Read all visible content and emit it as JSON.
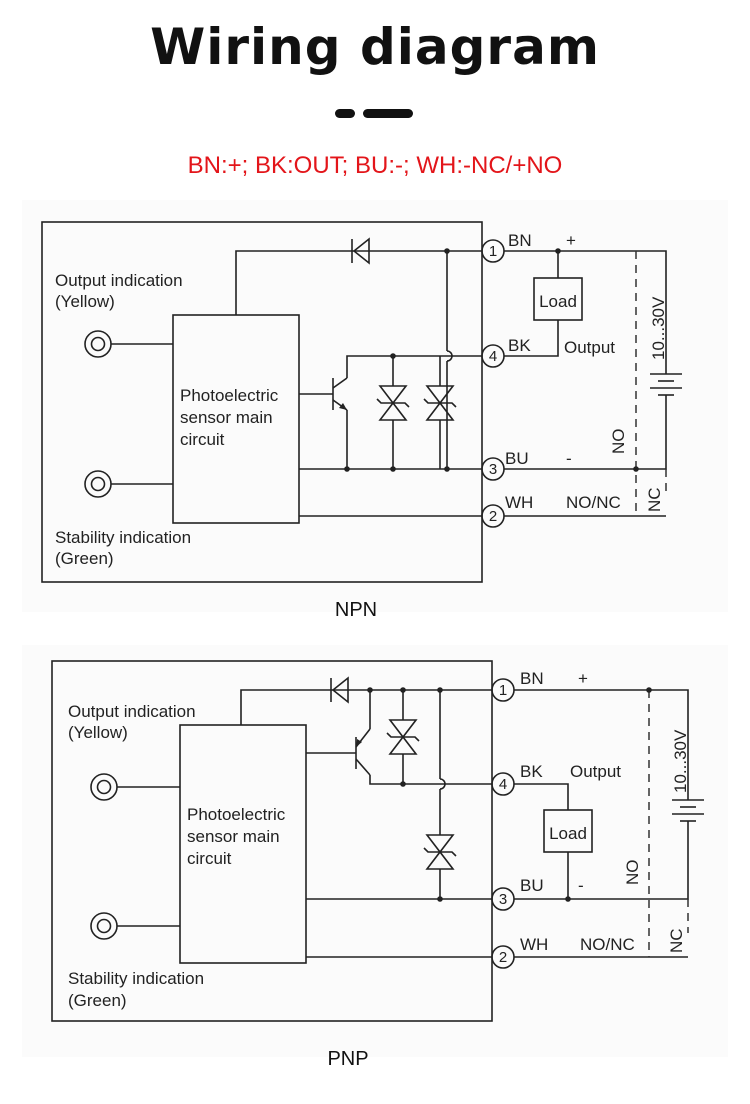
{
  "title": "Wiring diagram",
  "legend": "BN:+; BK:OUT; BU:-; WH:-NC/+NO",
  "diagrams": [
    {
      "caption": "NPN",
      "output_indication": [
        "Output indication",
        "(Yellow)"
      ],
      "stability_indication": [
        "Stability indication",
        "(Green)"
      ],
      "main_circuit": [
        "Photoelectric",
        "sensor main",
        "circuit"
      ],
      "terminals": [
        {
          "number": "1",
          "wire": "BN",
          "sign": "+"
        },
        {
          "number": "4",
          "wire": "BK",
          "sign": "Output"
        },
        {
          "number": "3",
          "wire": "BU",
          "sign": "-"
        },
        {
          "number": "2",
          "wire": "WH",
          "sign": "NO/NC"
        }
      ],
      "load_label": "Load",
      "voltage_label": "10...30V",
      "no_label": "NO",
      "nc_label": "NC"
    },
    {
      "caption": "PNP",
      "output_indication": [
        "Output indication",
        "(Yellow)"
      ],
      "stability_indication": [
        "Stability indication",
        "(Green)"
      ],
      "main_circuit": [
        "Photoelectric",
        "sensor main",
        "circuit"
      ],
      "terminals": [
        {
          "number": "1",
          "wire": "BN",
          "sign": "+"
        },
        {
          "number": "4",
          "wire": "BK",
          "sign": "Output"
        },
        {
          "number": "3",
          "wire": "BU",
          "sign": "-"
        },
        {
          "number": "2",
          "wire": "WH",
          "sign": "NO/NC"
        }
      ],
      "load_label": "Load",
      "voltage_label": "10...30V",
      "no_label": "NO",
      "nc_label": "NC"
    }
  ]
}
